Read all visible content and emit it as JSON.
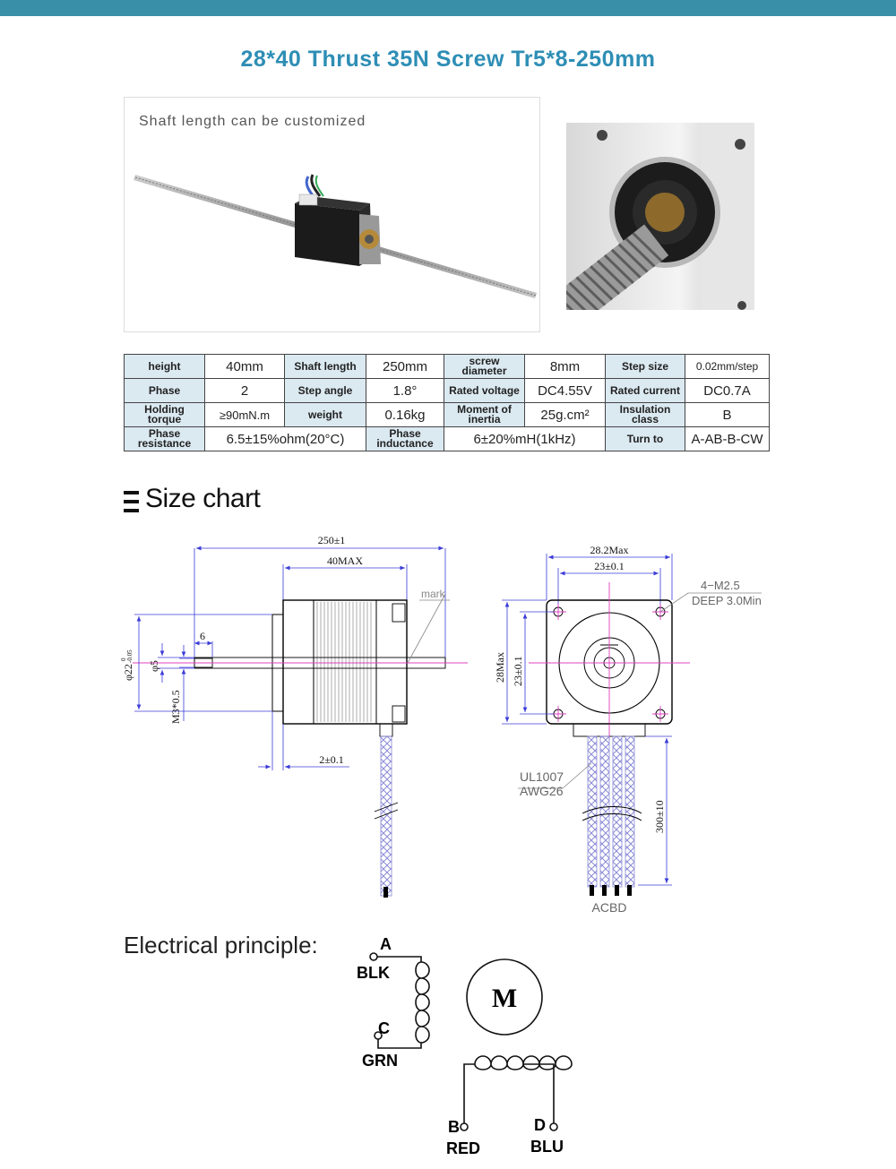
{
  "title": "28*40 Thrust 35N Screw Tr5*8-250mm",
  "photo_caption": "Shaft length can be customized",
  "colors": {
    "accent": "#2e8eb5",
    "top_bar": "#3a8fa8",
    "header_cell": "#dbe9f1",
    "dim_line": "#3b3bd8",
    "centerline": "#e040c0"
  },
  "specs": {
    "row1": {
      "k1": "height",
      "v1": "40mm",
      "k2": "Shaft length",
      "v2": "250mm",
      "k3": "screw diameter",
      "v3": "8mm",
      "k4": "Step size",
      "v4": "0.02mm/step"
    },
    "row2": {
      "k1": "Phase",
      "v1": "2",
      "k2": "Step angle",
      "v2": "1.8°",
      "k3": "Rated voltage",
      "v3": "DC4.55V",
      "k4": "Rated current",
      "v4": "DC0.7A"
    },
    "row3": {
      "k1": "Holding torque",
      "v1": "≥90mN.m",
      "k2": "weight",
      "v2": "0.16kg",
      "k3": "Moment of inertia",
      "v3": "25g.cm²",
      "k4": "Insulation class",
      "v4": "B"
    },
    "row4": {
      "k1": "Phase resistance",
      "v1": "6.5±15%ohm(20°C)",
      "k2": "Phase inductance",
      "v2": "6±20%mH(1kHz)",
      "k3": "Turn to",
      "v3": "A-AB-B-CW"
    }
  },
  "size_chart_title": "Size chart",
  "drawing": {
    "dim_total": "250±1",
    "dim_body": "40MAX",
    "mark": "mark",
    "dim_6": "6",
    "dim_phi22": "φ22",
    "dim_phi22_tol_top": "0",
    "dim_phi22_tol_bot": "-0.05",
    "dim_phi5": "φ5",
    "dim_m3": "M3*0.5",
    "dim_flange": "2±0.1",
    "dim_282": "28.2Max",
    "dim_23h": "23±0.1",
    "hole_spec_1": "4−M2.5",
    "hole_spec_2": "DEEP  3.0Min",
    "dim_28max": "28Max",
    "dim_23v": "23±0.1",
    "wire_type_1": "UL1007",
    "wire_type_2": "AWG26",
    "wire_len": "300±10",
    "wire_order": "ACBD"
  },
  "electrical_title": "Electrical principle:",
  "electrical": {
    "motor": "M",
    "a_pin": "A",
    "a_color": "BLK",
    "c_pin": "C",
    "c_color": "GRN",
    "b_pin": "B",
    "b_color": "RED",
    "d_pin": "D",
    "d_color": "BLU"
  }
}
